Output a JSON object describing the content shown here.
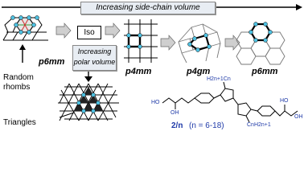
{
  "banner": "Increasing side-chain volume",
  "iso_label": "Iso",
  "polar_line1": "Increasing",
  "polar_line2": "polar volume",
  "phase_labels": {
    "p6mm_left": "p6mm",
    "p4mm": "p4mm",
    "p4gm": "p4gm",
    "p6mm_right": "p6mm"
  },
  "random_line1": "Random",
  "random_line2": "rhombs",
  "triangles": "Triangles",
  "compound": {
    "name": "2/n",
    "condition": "(n = 6-18)",
    "top_chain": "H2n+1Cn",
    "bottom_chain": "CnH2n+1",
    "oh_labels": [
      "HO",
      "OH",
      "HO",
      "OH"
    ]
  },
  "colors": {
    "node": "#4ec0e0",
    "shade": "#e8edf3",
    "struct": "#1f3aa8"
  }
}
